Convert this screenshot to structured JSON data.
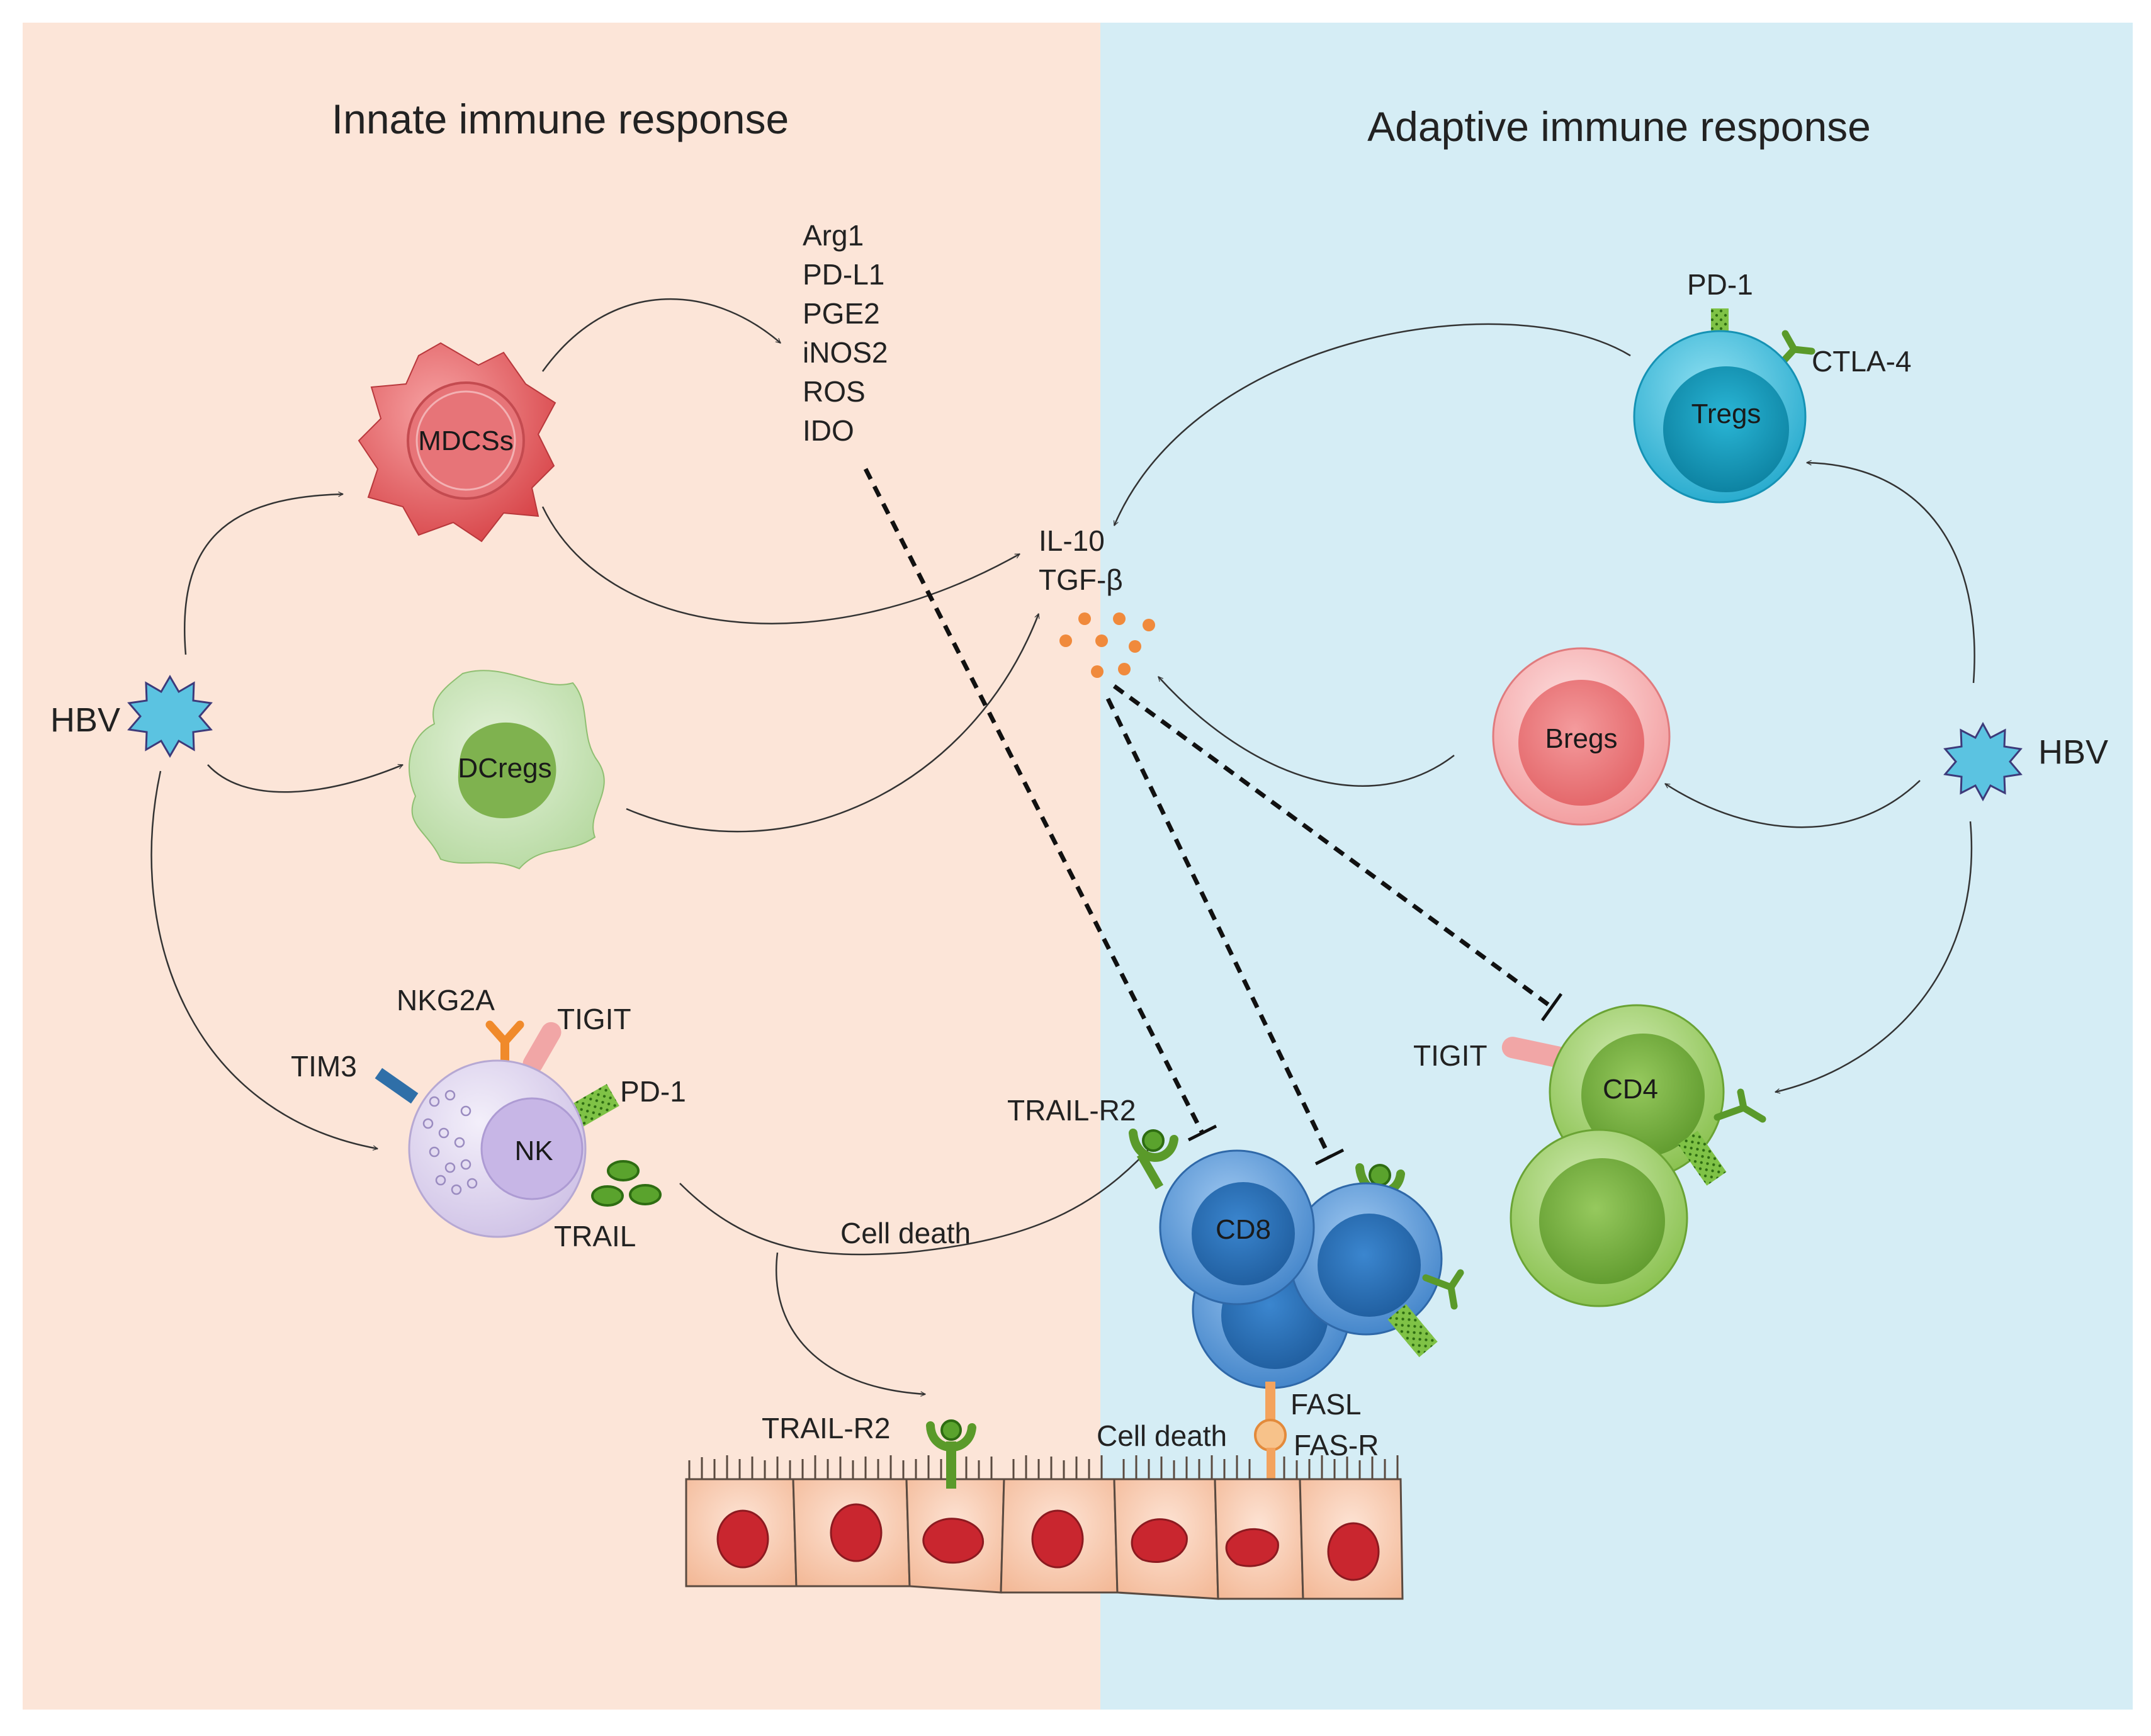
{
  "colors": {
    "innate_bg": "#fce6da",
    "adaptive_bg": "#d6eef6",
    "mdsc": "#e2585b",
    "dcreg": "#b9dca3",
    "nk": "#ddd4ef",
    "treg": "#1aa7c8",
    "breg": "#f28b8e",
    "cd4": "#8cc34f",
    "cd8": "#2e6fb8",
    "cytokine": "#f08a3c",
    "hbv": "#5bc3e1",
    "receptor_green": "#5a9a2a",
    "nkg2a": "#f08a2b",
    "tigit": "#f1a6a6",
    "tim3": "#2f6fa8",
    "hepatocyte": "#f6c4a8",
    "nucleus": "#c9262f"
  },
  "innate": {
    "title": "Innate immune response",
    "hbv_label": "HBV",
    "mdsc_label": "MDCSs",
    "dcreg_label": "DCregs",
    "nk_label": "NK",
    "nk_markers": {
      "nkg2a": "NKG2A",
      "tigit": "TIGIT",
      "tim3": "TIM3",
      "pd1": "PD-1",
      "trail": "TRAIL"
    },
    "mdsc_factors": [
      "Arg1",
      "PD-L1",
      "PGE2",
      "iNOS2",
      "ROS",
      "IDO"
    ]
  },
  "center": {
    "cytokines": [
      "IL-10",
      "TGF-β"
    ],
    "trail_r2_top": "TRAIL-R2",
    "cell_death_nk": "Cell death",
    "trail_r2_bottom": "TRAIL-R2",
    "cell_death_cd8": "Cell death",
    "fasl": "FASL",
    "fasr": "FAS-R"
  },
  "adaptive": {
    "title": "Adaptive immune response",
    "hbv_label": "HBV",
    "treg_label": "Tregs",
    "treg_markers": {
      "pd1": "PD-1",
      "ctla4": "CTLA-4"
    },
    "breg_label": "Bregs",
    "cd4_label": "CD4",
    "cd4_marker": "TIGIT",
    "cd8_label": "CD8"
  }
}
